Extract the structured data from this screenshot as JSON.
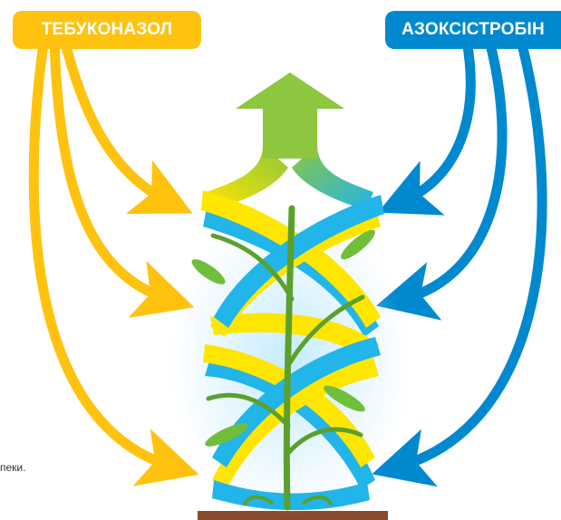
{
  "labels": {
    "left": "ТЕБУКОНАЗОЛ",
    "right": "АЗОКСІСТРОБІН",
    "edge_fragment": "пеки."
  },
  "colors": {
    "tebuconazole": "#FFC20E",
    "azoxystrobin": "#0089CF",
    "ribbon_yellow": "#FFE600",
    "ribbon_blue": "#21B5EA",
    "arrow_green": "#8DC63F",
    "plant_green": "#5CA02C",
    "soil": "#8B4A2B"
  },
  "icons": [
    "growth-arrow-icon",
    "plant-icon",
    "helix-ribbon-icon"
  ]
}
